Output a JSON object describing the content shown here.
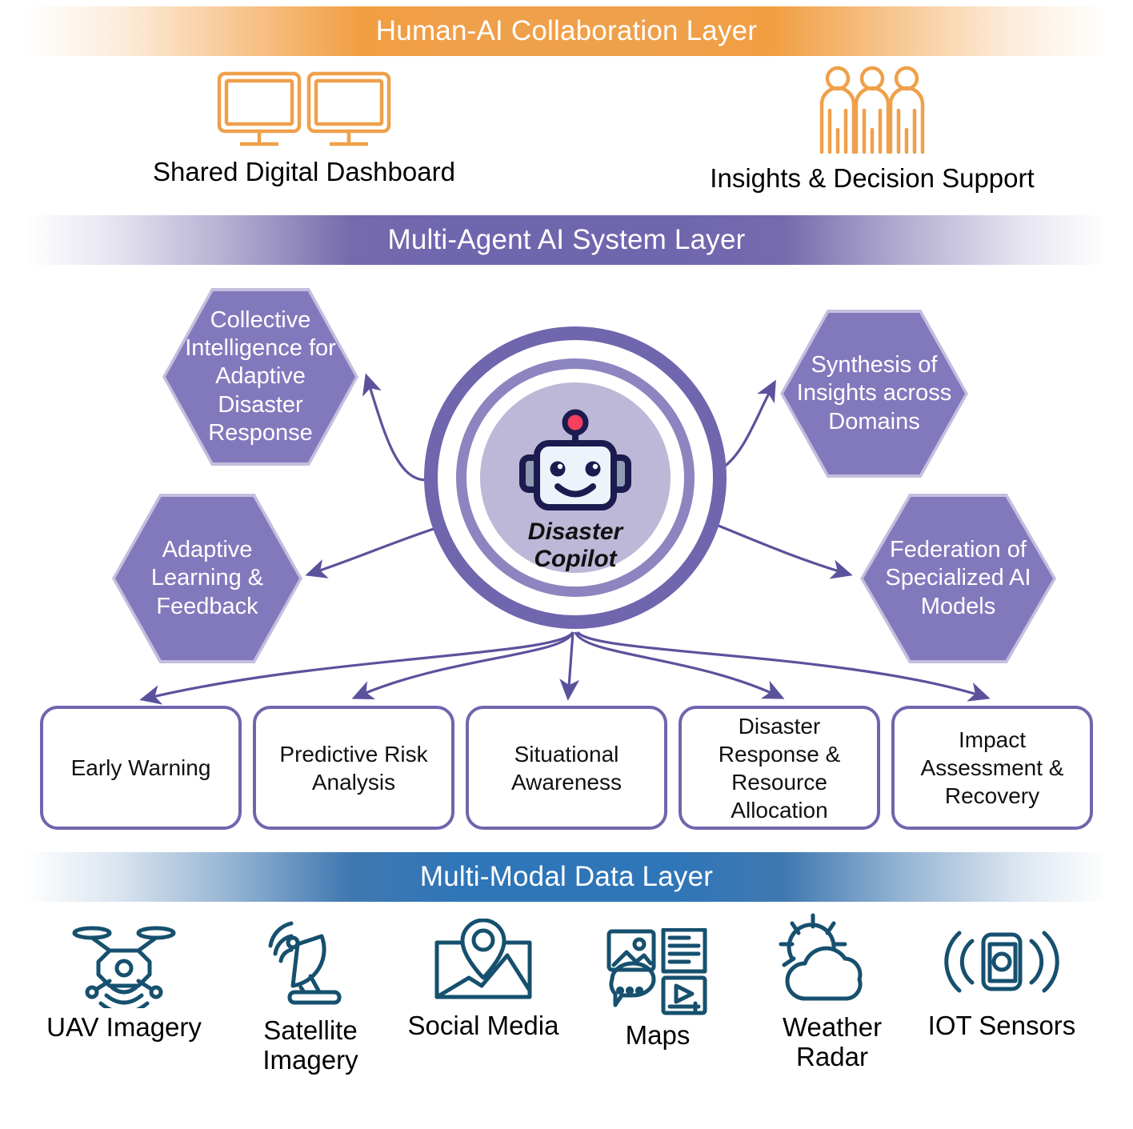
{
  "colors": {
    "human_layer": "#efa04b",
    "agent_layer": "#6f66ae",
    "data_layer": "#2f76b8",
    "hexagon_fill": "#8279bd",
    "hexagon_border": "#c3bedd",
    "icon_orange": "#efa04b",
    "icon_teal": "#16506e",
    "box_border": "#6f66ae",
    "robot_outline": "#1b1b4f",
    "robot_antenna": "#f43f5e"
  },
  "layers": {
    "human": {
      "title": "Human-AI Collaboration Layer",
      "items": [
        {
          "icon": "dual-monitor-icon",
          "caption": "Shared Digital Dashboard"
        },
        {
          "icon": "people-group-icon",
          "caption": "Insights & Decision Support"
        }
      ]
    },
    "agent": {
      "title": "Multi-Agent AI System Layer",
      "center": {
        "icon": "robot-icon",
        "label_line1": "Disaster",
        "label_line2": "Copilot"
      },
      "hexagons": [
        {
          "id": "collective",
          "label": "Collective Intelligence for Adaptive Disaster Response"
        },
        {
          "id": "synthesis",
          "label": "Synthesis of Insights across Domains"
        },
        {
          "id": "adaptive",
          "label": "Adaptive Learning & Feedback"
        },
        {
          "id": "federation",
          "label": "Federation of Specialized AI Models"
        }
      ],
      "capabilities": [
        "Early Warning",
        "Predictive Risk Analysis",
        "Situational Awareness",
        "Disaster Response & Resource Allocation",
        "Impact Assessment & Recovery"
      ]
    },
    "data": {
      "title": "Multi-Modal Data Layer",
      "sources": [
        {
          "icon": "drone-icon",
          "caption": "UAV Imagery"
        },
        {
          "icon": "satellite-dish-icon",
          "caption": "Satellite Imagery"
        },
        {
          "icon": "photo-pin-icon",
          "caption": "Social Media"
        },
        {
          "icon": "media-grid-icon",
          "caption": "Maps"
        },
        {
          "icon": "sun-cloud-icon",
          "caption": "Weather Radar"
        },
        {
          "icon": "sensor-signal-icon",
          "caption": "IOT Sensors"
        }
      ]
    }
  }
}
